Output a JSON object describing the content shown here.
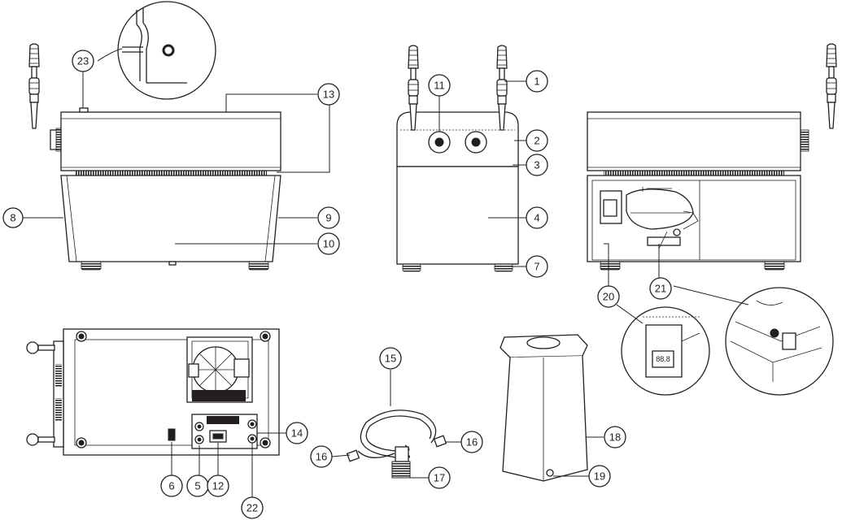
{
  "callouts": {
    "c1": "1",
    "c2": "2",
    "c3": "3",
    "c4": "4",
    "c5": "5",
    "c6": "6",
    "c7": "7",
    "c8": "8",
    "c9": "9",
    "c10": "10",
    "c11": "11",
    "c12": "12",
    "c13": "13",
    "c14": "14",
    "c15": "15",
    "c16a": "16",
    "c16b": "16",
    "c17": "17",
    "c18": "18",
    "c19": "19",
    "c20": "20",
    "c21": "21",
    "c22": "22",
    "c23": "23"
  },
  "display_readout": "88.8"
}
